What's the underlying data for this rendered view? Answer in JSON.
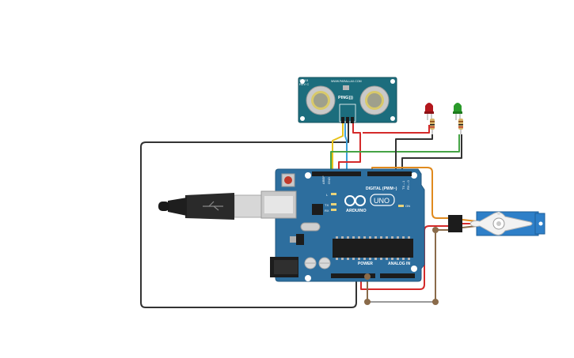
{
  "sensor": {
    "model_text": "28015",
    "rev_text": "REV C",
    "brand_text": "WWW.PARALLAX.COM",
    "name_text": "PING)))"
  },
  "board": {
    "logo_text": "ARDUINO",
    "uno_text": "UNO",
    "digital_label": "DIGITAL (PWM~)",
    "power_label": "POWER",
    "analog_label": "ANALOG IN",
    "tx_label": "TX",
    "rx_label": "RX",
    "l_label": "L",
    "on_label": "ON",
    "aref_label": "AREF",
    "gnd_label": "GND",
    "tx1_label": "TX→1",
    "rx0_label": "RX←0"
  },
  "colors": {
    "board": "#2d6e9e",
    "sensor": "#1c6d7d",
    "led_red": "#b3161c",
    "led_green": "#2a9a2a",
    "servo": "#2e7fc8",
    "wire_black": "#333333",
    "wire_red": "#d42a2a",
    "wire_yellow": "#e8c21a",
    "wire_blue": "#3aa0d8",
    "wire_green": "#45a345",
    "wire_orange": "#e08a1e",
    "wire_brown": "#8a6b4a"
  }
}
